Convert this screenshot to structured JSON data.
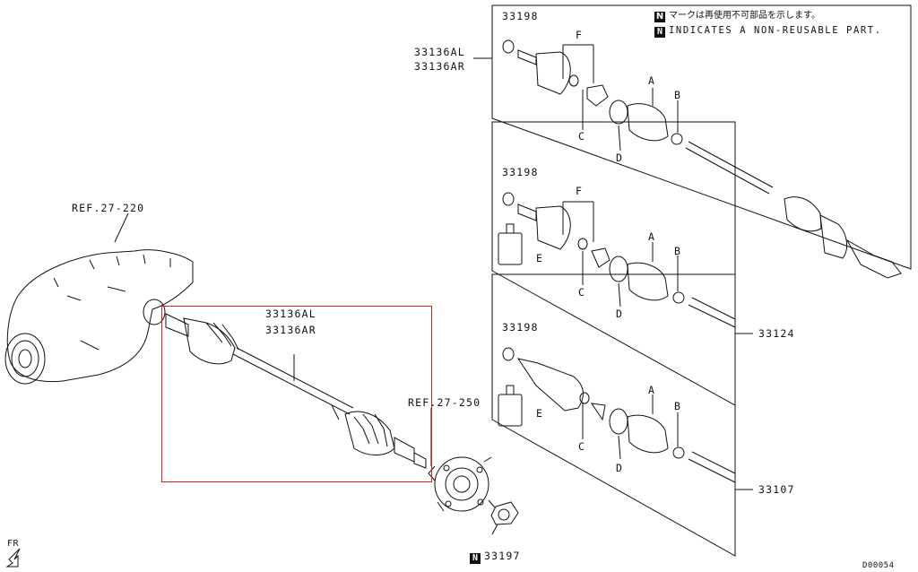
{
  "notes": {
    "badge": "N",
    "jp": "マークは再使用不可部品を示します。",
    "en": "INDICATES A NON-REUSABLE PART."
  },
  "refs": {
    "transmission": "REF.27-220",
    "hub": "REF.27-250"
  },
  "parts": {
    "main_assy_l": "33136AL",
    "main_assy_r": "33136AR",
    "callout_l": "33136AL",
    "callout_r": "33136AR",
    "snap_ring_1": "33198",
    "snap_ring_2": "33198",
    "snap_ring_3": "33198",
    "shaft_124": "33124",
    "shaft_107": "33107",
    "nut": "33197"
  },
  "letters": {
    "F1": "F",
    "A1": "A",
    "B1": "B",
    "C1": "C",
    "D1": "D",
    "F2": "F",
    "A2": "A",
    "B2": "B",
    "C2": "C",
    "D2": "D",
    "E2": "E",
    "A3": "A",
    "B3": "B",
    "C3": "C",
    "D3": "D",
    "E3": "E"
  },
  "orientation": "FR",
  "figure_id": "D00054",
  "colors": {
    "line": "#111111",
    "highlight": "#d42020"
  },
  "icons": [
    "non-reusable-badge-icon",
    "front-arrow-icon"
  ]
}
